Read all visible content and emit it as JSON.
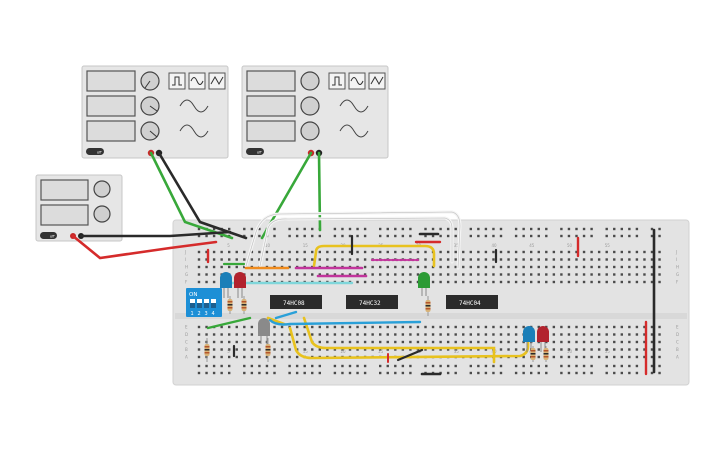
{
  "chips": [
    {
      "id": "u1",
      "label": "74HC08"
    },
    {
      "id": "u2",
      "label": "74HC32"
    },
    {
      "id": "u3",
      "label": "74HC04"
    }
  ],
  "dip_switch": {
    "on_label": "ON",
    "positions": [
      "1",
      "2",
      "3",
      "4"
    ]
  },
  "breadboard": {
    "column_numbers": [
      "5",
      "10",
      "15",
      "20",
      "25",
      "30",
      "35",
      "40",
      "45",
      "50",
      "55"
    ],
    "row_letters_top": [
      "J",
      "I",
      "H",
      "G",
      "F"
    ],
    "row_letters_bottom": [
      "E",
      "D",
      "C",
      "B",
      "A"
    ]
  },
  "instruments": {
    "function_generator_1": {
      "button": "off"
    },
    "function_generator_2": {
      "button": "off"
    },
    "power_supply": {
      "button": "off"
    }
  },
  "colors": {
    "wire_red": "#d52b2b",
    "wire_black": "#2a2a2a",
    "wire_green": "#38a83a",
    "wire_yellow": "#e8c21f",
    "wire_blue": "#2aa0d8",
    "wire_magenta": "#c2359c",
    "wire_cyan": "#7fd6da",
    "wire_orange": "#f08c1e",
    "wire_white": "#f4f4f4",
    "led_blue": "#1b7fb8",
    "led_red": "#b2232e",
    "led_green": "#2c9b35"
  }
}
